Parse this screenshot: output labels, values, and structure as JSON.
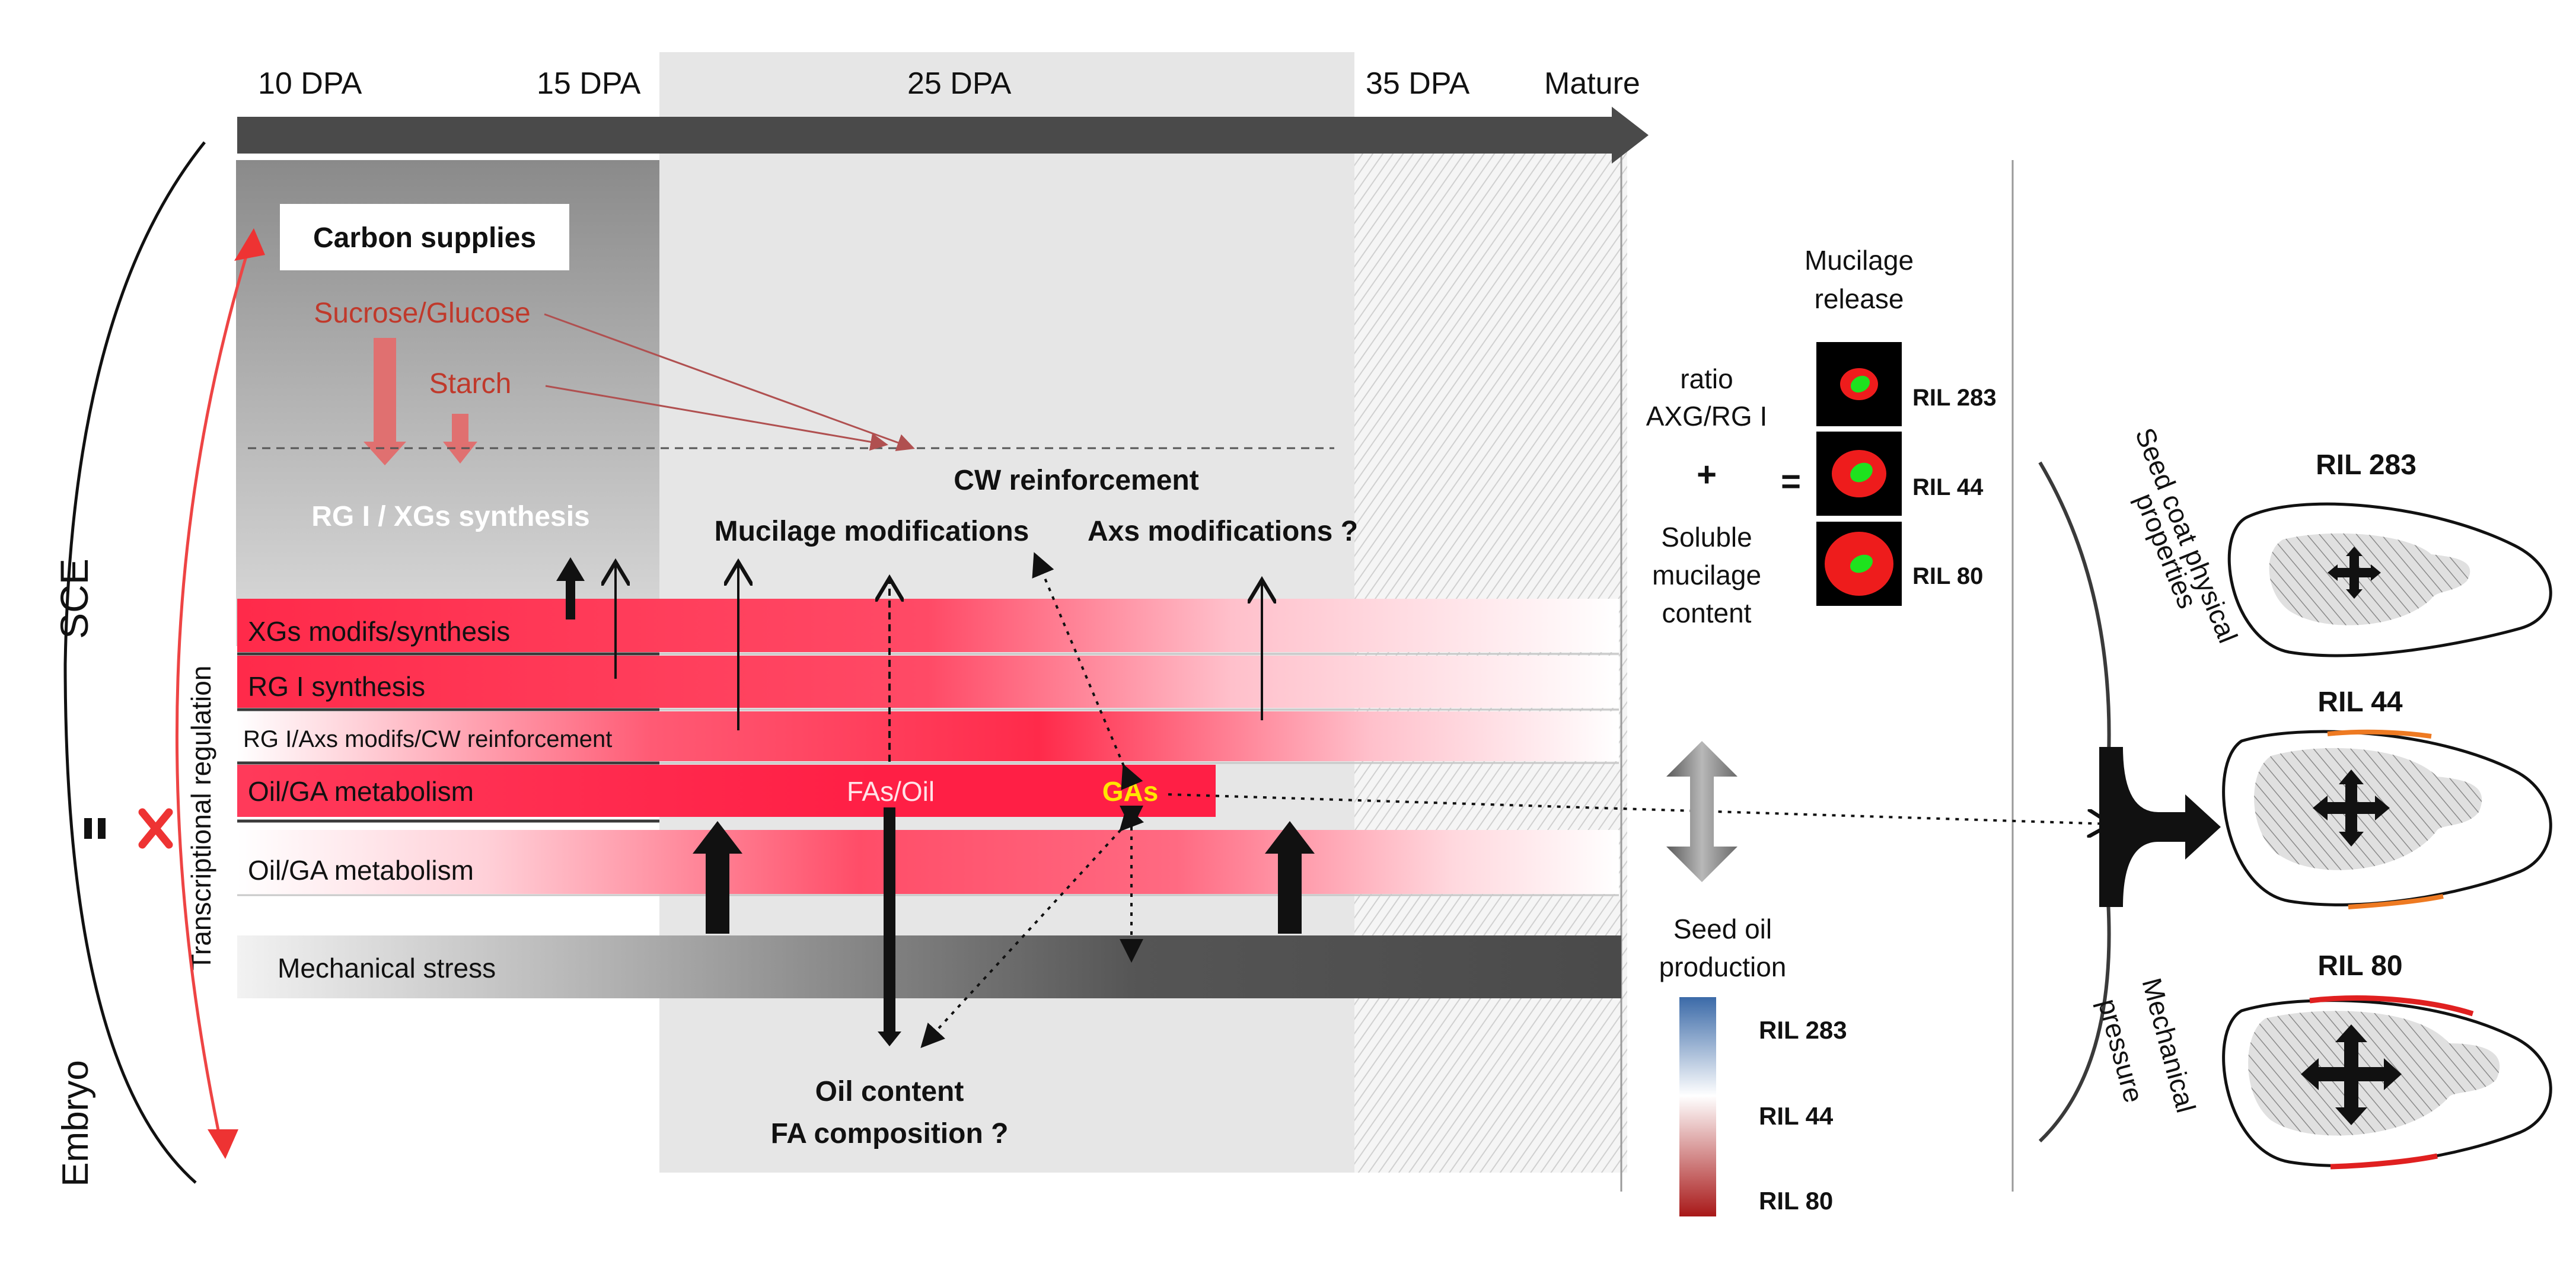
{
  "timeline": {
    "stages": [
      "10 DPA",
      "15 DPA",
      "25 DPA",
      "35 DPA",
      "Mature"
    ]
  },
  "axis": {
    "top_label": "SCE",
    "bottom_label": "Embryo",
    "regulation_label": "Transcriptional regulation"
  },
  "carbon": {
    "title": "Carbon supplies",
    "sucrose": "Sucrose/Glucose",
    "starch": "Starch"
  },
  "processes": {
    "rg_synthesis": "RG I / XGs synthesis",
    "cw_reinforcement": "CW reinforcement",
    "mucilage_modifications": "Mucilage modifications",
    "axs_modifications": "Axs modifications ?"
  },
  "bands": {
    "xgs": "XGs modifs/synthesis",
    "rg1": "RG I  synthesis",
    "rg1_axs": "RG I/Axs modifs/CW reinforcement",
    "oil_ga_sce": "Oil/GA metabolism",
    "fas_oil": "FAs/Oil",
    "gas": "GAs",
    "oil_ga_embryo": "Oil/GA metabolism",
    "mechanical_stress": "Mechanical stress"
  },
  "oil": {
    "content": "Oil content",
    "composition": "FA composition ?"
  },
  "mucilage": {
    "ratio_line1": "ratio",
    "ratio_line2": "AXG/RG I",
    "plus": "+",
    "equals": "=",
    "soluble_line1": "Soluble",
    "soluble_line2": "mucilage",
    "soluble_line3": "content",
    "release_line1": "Mucilage",
    "release_line2": "release",
    "ril_labels": [
      "RIL 283",
      "RIL 44",
      "RIL 80"
    ]
  },
  "seed_oil": {
    "line1": "Seed oil",
    "line2": "production",
    "scale_labels": [
      "RIL 283",
      "RIL 44",
      "RIL 80"
    ]
  },
  "right_panel": {
    "seed_coat_line1": "Seed coat physical",
    "seed_coat_line2": "properties",
    "mechanical_line1": "Mechanical",
    "mechanical_line2": "pressure",
    "seed_titles": [
      "RIL 283",
      "RIL 44",
      "RIL 80"
    ]
  },
  "colors": {
    "red_band": "#ff3355",
    "dark_red_text": "#c0392b",
    "timeline_arrow": "#4a4a4a",
    "regulation_arrow": "#ee4444",
    "gas_text": "#ffe600",
    "edge_orange": "#ee7a22",
    "edge_red": "#e02020"
  }
}
